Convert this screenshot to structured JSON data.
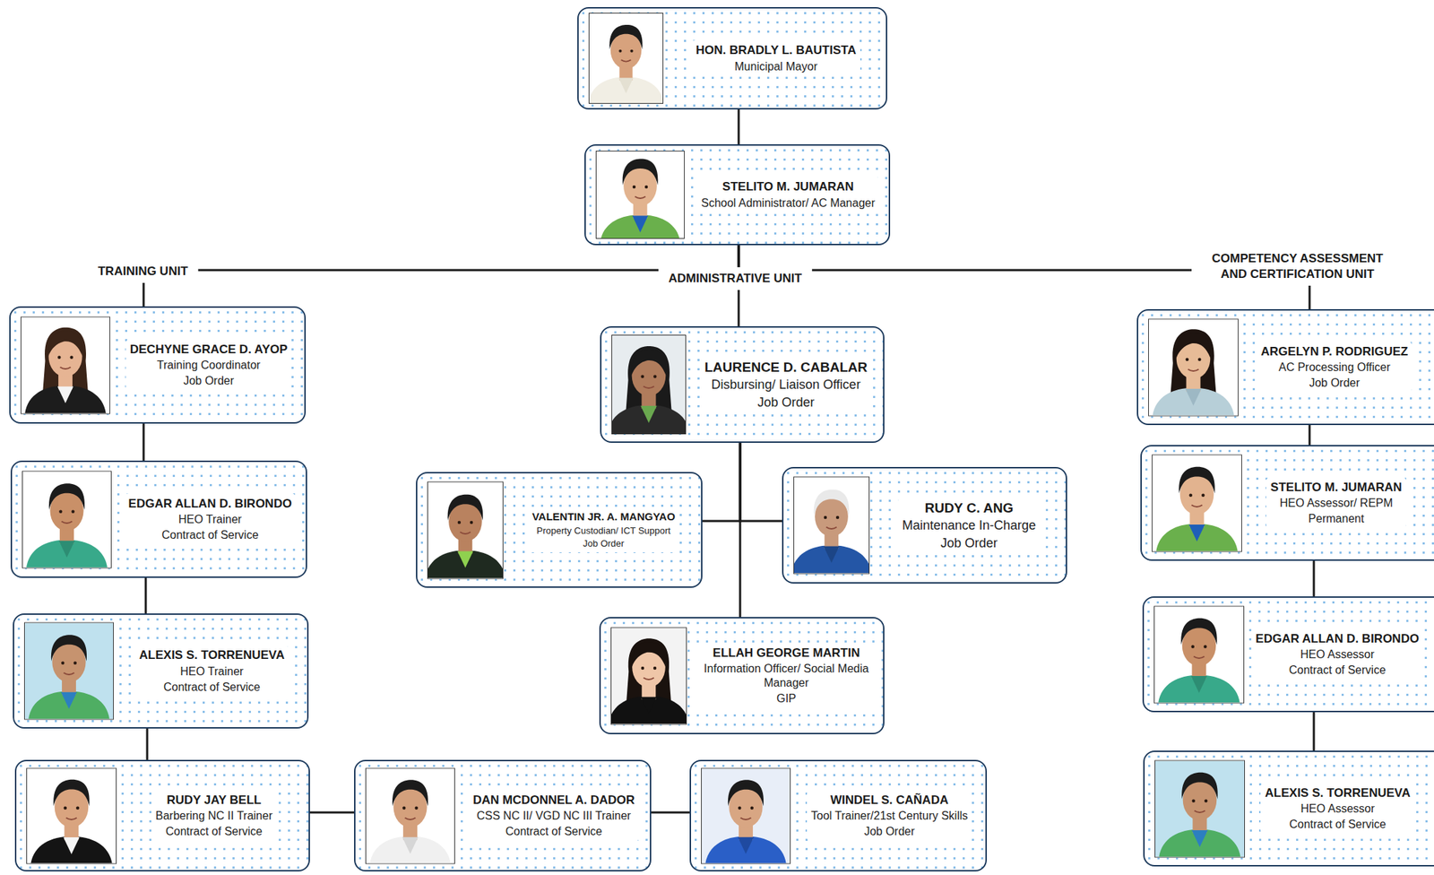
{
  "diagram": {
    "nodes": [
      {
        "text": [
          "HON. BRADLY L. BAUTISTA",
          "Municipal Mayor"
        ]
      },
      {
        "text": [
          "STELITO M. JUMARAN",
          "School Administrator/ AC Manager"
        ]
      },
      {
        "text": [
          "DECHYNE GRACE D. AYOP",
          "Training Coordinator",
          "Job Order"
        ]
      },
      {
        "text": [
          "LAURENCE D. CABALAR",
          "Disbursing/ Liaison Officer",
          "Job Order"
        ]
      },
      {
        "text": [
          "ARGELYN P. RODRIGUEZ",
          "AC Processing Officer",
          "Job Order"
        ]
      },
      {
        "text": [
          "EDGAR ALLAN D. BIRONDO",
          "HEO Trainer",
          "Contract of Service"
        ]
      },
      {
        "text": [
          "VALENTIN JR. A. MANGYAO",
          "Property Custodian/ ICT Support",
          "Job Order"
        ]
      },
      {
        "text": [
          "RUDY C. ANG",
          "Maintenance In-Charge",
          "Job Order"
        ]
      },
      {
        "text": [
          "STELITO M. JUMARAN",
          "HEO Assessor/ REPM",
          "Permanent"
        ]
      },
      {
        "text": [
          "ALEXIS S. TORRENUEVA",
          "HEO Trainer",
          "Contract of Service"
        ]
      },
      {
        "text": [
          "ELLAH GEORGE MARTIN",
          "Information Officer/ Social Media Manager",
          "GIP"
        ]
      },
      {
        "text": [
          "EDGAR ALLAN D. BIRONDO",
          "HEO Assessor",
          "Contract of Service"
        ]
      },
      {
        "text": [
          "RUDY JAY BELL",
          "Barbering NC II Trainer",
          "Contract of Service"
        ]
      },
      {
        "text": [
          "DAN MCDONNEL A. DADOR",
          "CSS NC II/ VGD NC III Trainer",
          "Contract of Service"
        ]
      },
      {
        "text": [
          "WINDEL S. CAÑADA",
          "Tool Trainer/21st Century Skills",
          "Job Order"
        ]
      },
      {
        "text": [
          "ALEXIS S. TORRENUEVA",
          "HEO Assessor",
          "Contract of Service"
        ]
      }
    ],
    "edges": [
      {
        "from": 0,
        "to": 1,
        "arrow": "none"
      },
      {
        "from": 1,
        "to": 2,
        "arrow": "none"
      },
      {
        "from": 1,
        "to": 3,
        "arrow": "none"
      },
      {
        "from": 1,
        "to": 4,
        "arrow": "none"
      },
      {
        "from": 2,
        "to": 5,
        "arrow": "none"
      },
      {
        "from": 5,
        "to": 9,
        "arrow": "none"
      },
      {
        "from": 9,
        "to": 12,
        "arrow": "none"
      },
      {
        "from": 12,
        "to": 13,
        "arrow": "none"
      },
      {
        "from": 13,
        "to": 14,
        "arrow": "none"
      },
      {
        "from": 3,
        "to": 6,
        "arrow": "none"
      },
      {
        "from": 3,
        "to": 7,
        "arrow": "none"
      },
      {
        "from": 3,
        "to": 10,
        "arrow": "none"
      },
      {
        "from": 4,
        "to": 8,
        "arrow": "none"
      },
      {
        "from": 8,
        "to": 11,
        "arrow": "none"
      },
      {
        "from": 11,
        "to": 15,
        "arrow": "none"
      }
    ],
    "labels": [
      "TRAINING UNIT",
      "ADMINISTRATIVE UNIT",
      "COMPETENCY ASSESSMENT AND CERTIFICATION UNIT"
    ]
  }
}
